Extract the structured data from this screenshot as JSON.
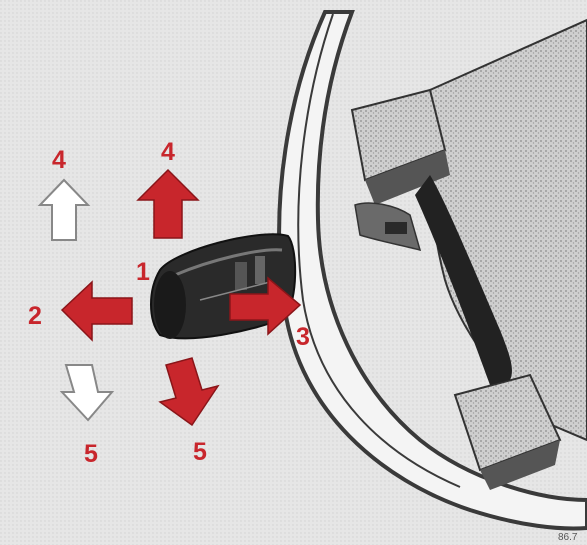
{
  "labels": {
    "up_outline": "4",
    "up_solid": "4",
    "lever": "1",
    "left": "2",
    "right": "3",
    "down_outline": "5",
    "down_solid": "5"
  },
  "figure_code": "86.7",
  "colors": {
    "arrow_red": "#c8262c",
    "label_red": "#c8262c",
    "outline_arrow_fill": "#ffffff",
    "background": "#ececec",
    "wheel": "#3a3a3a",
    "lever_body": "#2a2a2a"
  }
}
